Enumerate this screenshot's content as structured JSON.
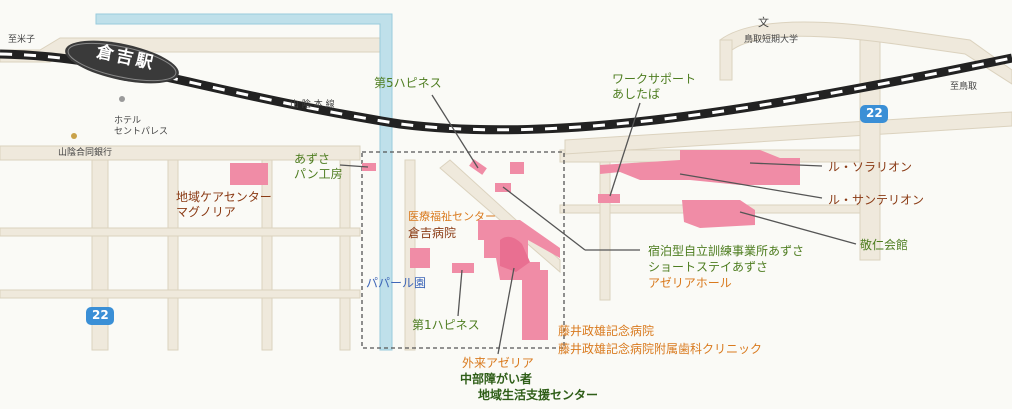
{
  "colors": {
    "building": "#f08ca6",
    "building_dark": "#e96f91",
    "road": "#efe9dc",
    "road_edge": "#dbd2be",
    "river": "#bfe0ea",
    "river_edge": "#98cbdc",
    "green_label": "#4e7d20",
    "orange_label": "#d97a1e",
    "brown_label": "#8a3a14",
    "blue_label": "#3f67b8",
    "dark_green_label": "#2f5e18",
    "route_shield": "#3a8fd6"
  },
  "station": {
    "name": "倉吉駅"
  },
  "places": {
    "shimei": "至米子",
    "tottori": "至鳥取",
    "sanin_bank": "山陰合同銀行",
    "hotel": "ホテル\nセントパレス",
    "junior_college_mark": "文",
    "junior_college": "鳥取短期大学",
    "railway": "山 陰 本 線"
  },
  "routes": {
    "shield_a": "22",
    "shield_b": "22"
  },
  "facilities": {
    "happiness5": "第5ハピネス",
    "work_support": "ワークサポート\nあしたば",
    "azusa_bakery": "あずさ\nパン工房",
    "community_care": "地域ケアセンター\nマグノリア",
    "medical_center": "医療福祉センター",
    "kurayoshi_hospital": "倉吉病院",
    "papal": "パパール園",
    "happiness1": "第1ハピネス",
    "solarion": "ル・ソラリオン",
    "santerion": "ル・サンテリオン",
    "keijin": "敬仁会館",
    "shukuhaku": "宿泊型自立訓練事業所あずさ",
    "short_stay": "ショートステイあずさ",
    "azalea_hall": "アゼリアホール",
    "fujii_hospital": "藤井政雄記念病院",
    "fujii_dental": "藤井政雄記念病院附属歯科クリニック",
    "outpatient_azalea": "外来アゼリア",
    "chubu_center_1": "中部障がい者",
    "chubu_center_2": "地域生活支援センター"
  }
}
